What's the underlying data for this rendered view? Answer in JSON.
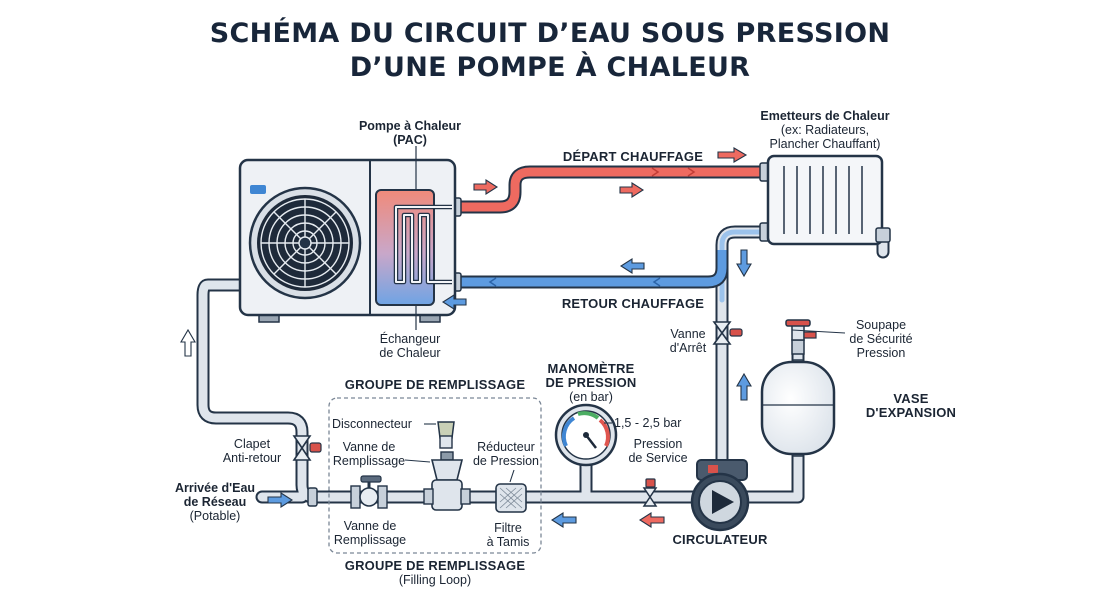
{
  "title": {
    "line1": "SCHÉMA DU CIRCUIT D’EAU SOUS PRESSION",
    "line2": "D’UNE POMPE À CHALEUR"
  },
  "labels": {
    "pac_1": "Pompe à Chaleur",
    "pac_2": "(PAC)",
    "depart": "DÉPART CHAUFFAGE",
    "retour": "RETOUR CHAUFFAGE",
    "emetteurs_1": "Emetteurs de Chaleur",
    "emetteurs_2": "(ex: Radiateurs,",
    "emetteurs_3": "Plancher Chauffant)",
    "echangeur_1": "Échangeur",
    "echangeur_2": "de Chaleur",
    "vanne_arret_1": "Vanne",
    "vanne_arret_2": "d'Arrêt",
    "soupape_1": "Soupape",
    "soupape_2": "de Sécurité",
    "soupape_3": "Pression",
    "vase_1": "VASE",
    "vase_2": "D'EXPANSION",
    "manometre_1": "MANOMÈTRE",
    "manometre_2": "DE PRESSION",
    "manometre_3": "(en bar)",
    "plage": "1,5 - 2,5 bar",
    "pression_service_1": "Pression",
    "pression_service_2": "de Service",
    "groupe_top": "GROUPE DE REMPLISSAGE",
    "disconnecteur": "Disconnecteur",
    "vanne_remp_top_1": "Vanne de",
    "vanne_remp_top_2": "Remplissage",
    "reducteur_1": "Réducteur",
    "reducteur_2": "de Pression",
    "clapet_1": "Clapet",
    "clapet_2": "Anti-retour",
    "arrivee_1": "Arrivée d'Eau",
    "arrivee_2": "de Réseau",
    "arrivee_3": "(Potable)",
    "vanne_remp_bot_1": "Vanne de",
    "vanne_remp_bot_2": "Remplissage",
    "filtre_1": "Filtre",
    "filtre_2": "à Tamis",
    "circulateur": "CIRCULATEUR",
    "groupe_bottom_1": "GROUPE DE REMPLISSAGE",
    "groupe_bottom_2": "(Filling Loop)"
  },
  "colors": {
    "hot": "#e0564f",
    "cold": "#3f86d3",
    "pipe": "#dfe5ec",
    "outline": "#243447"
  }
}
